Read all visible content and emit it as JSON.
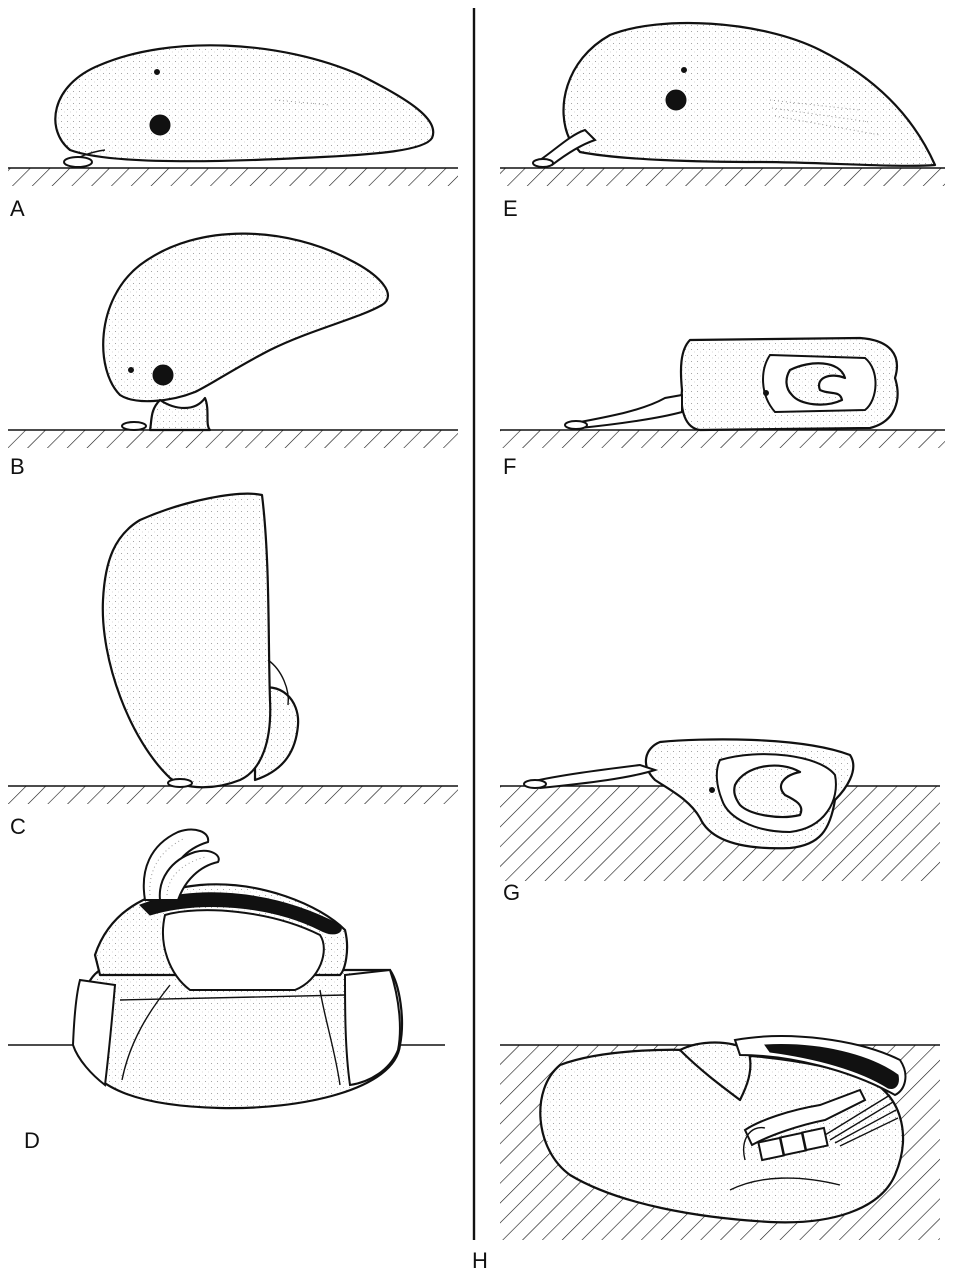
{
  "figure": {
    "divider": true,
    "panels": [
      {
        "id": "A",
        "label": "A"
      },
      {
        "id": "B",
        "label": "B"
      },
      {
        "id": "C",
        "label": "C"
      },
      {
        "id": "D",
        "label": "D"
      },
      {
        "id": "E",
        "label": "E"
      },
      {
        "id": "F",
        "label": "F"
      },
      {
        "id": "G",
        "label": "G"
      },
      {
        "id": "H",
        "label": "H"
      }
    ]
  },
  "colors": {
    "ink": "#111111",
    "shell": "#f3f3f3",
    "background": "#ffffff"
  }
}
